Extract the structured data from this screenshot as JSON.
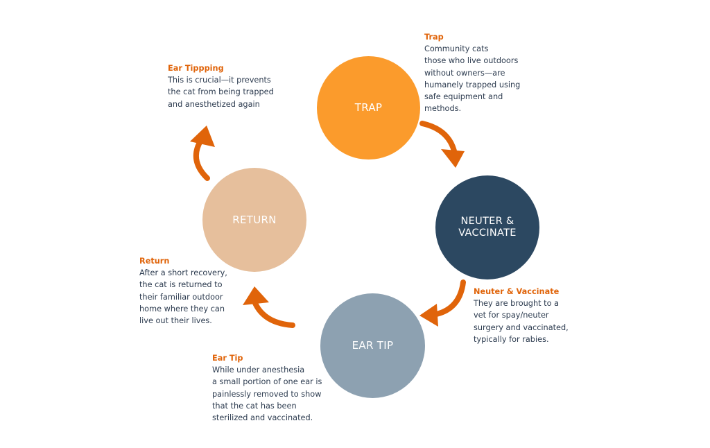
{
  "colors": {
    "accent": "#e0640a",
    "text": "#2b3a4e",
    "trap": "#fb9b2c",
    "neuter": "#2c4861",
    "ear_tip": "#8da1b1",
    "return": "#e6bf9c"
  },
  "steps": [
    {
      "key": "trap",
      "label": "TRAP",
      "color": "#fb9b2c"
    },
    {
      "key": "neuter",
      "label": "NEUTER &\nVACCINATE",
      "color": "#2c4861"
    },
    {
      "key": "ear_tip",
      "label": "EAR TIP",
      "color": "#8da1b1"
    },
    {
      "key": "return",
      "label": "RETURN",
      "color": "#e6bf9c"
    }
  ],
  "notes": {
    "trap": {
      "heading": "Trap",
      "lines": [
        "Community cats",
        "those who live outdoors",
        "without owners—are",
        "humanely trapped using",
        "safe equipment and",
        "methods."
      ]
    },
    "neuter": {
      "heading": "Neuter & Vaccinate",
      "lines": [
        "They are brought to a",
        "vet for spay/neuter",
        "surgery and vaccinated,",
        "typically for rabies."
      ]
    },
    "ear_tip": {
      "heading": "Ear Tip",
      "lines": [
        "While under anesthesia",
        "a small portion of one ear is",
        "painlessly removed to show",
        "that the cat has been",
        "sterilized and vaccinated."
      ]
    },
    "return": {
      "heading": "Return",
      "lines": [
        "After a short recovery,",
        "the cat is returned to",
        "their familiar outdoor",
        "home where they can",
        "live out their lives."
      ]
    },
    "ear_tipping": {
      "heading": "Ear Tippping",
      "lines": [
        "This is crucial—it prevents",
        "the cat from being trapped",
        "and anesthetized again"
      ]
    }
  }
}
